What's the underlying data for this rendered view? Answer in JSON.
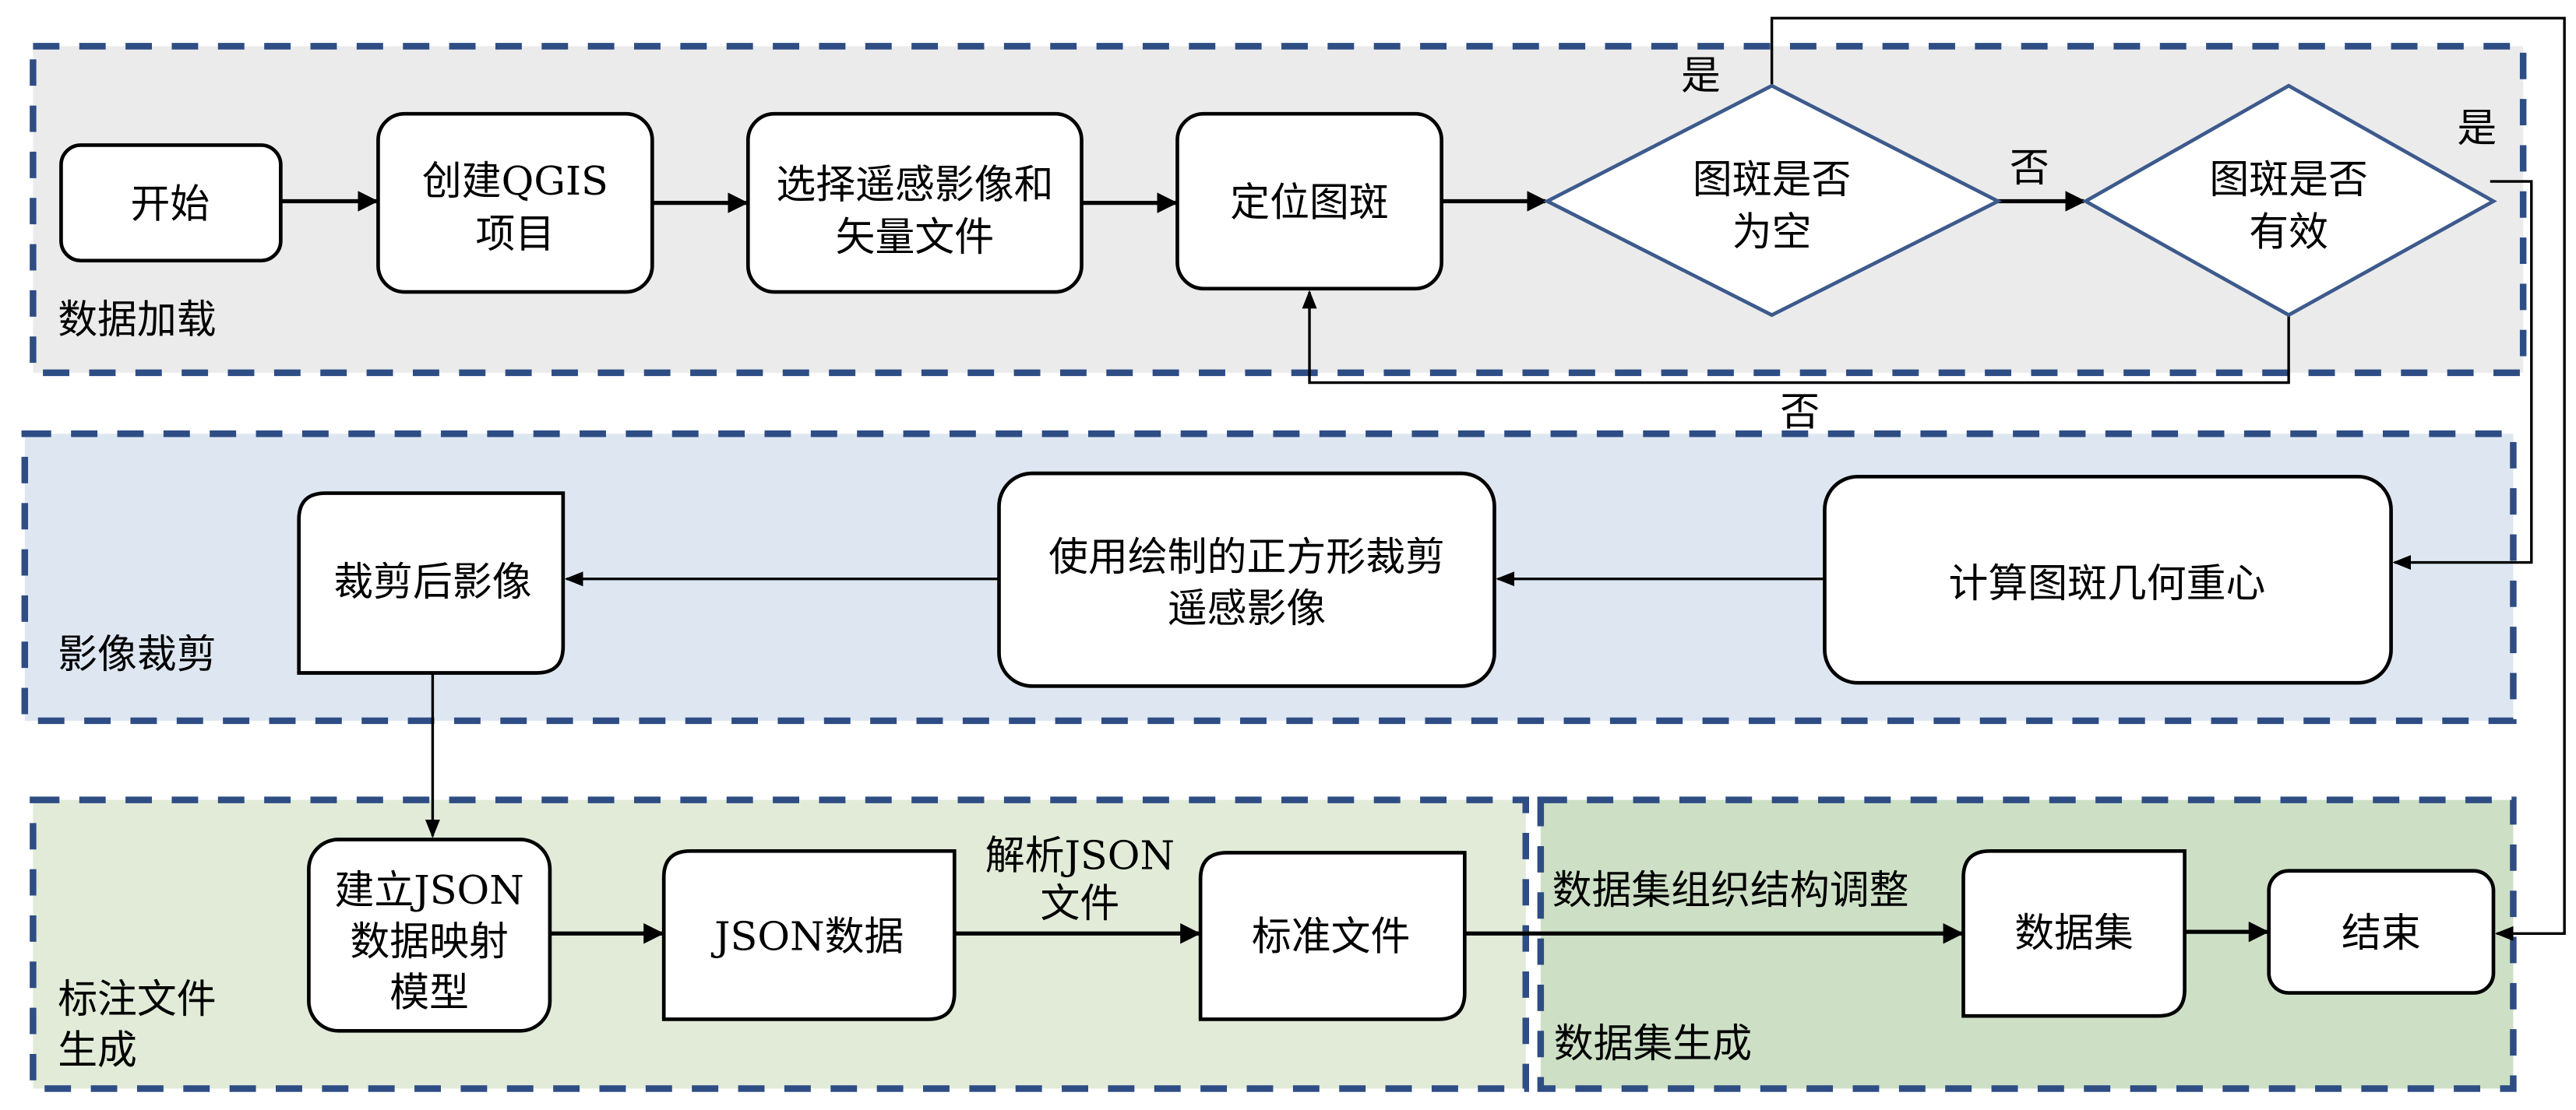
{
  "diagram": {
    "type": "flowchart",
    "colors": {
      "section_border": "#2e4d85",
      "data_loading_bg": "#ebebeb",
      "image_cropping_bg": "#dee7f1",
      "annotation_bg": "#e1ebd8",
      "dataset_bg": "#cde0c6",
      "diamond_border": "#3d5a8c"
    },
    "sections": [
      {
        "id": "data-loading",
        "label": "数据加载"
      },
      {
        "id": "image-cropping",
        "label": "影像裁剪"
      },
      {
        "id": "annotation-generation",
        "label_line1": "标注文件",
        "label_line2": "生成"
      },
      {
        "id": "dataset-generation",
        "label": "数据集生成"
      }
    ],
    "nodes": {
      "start": {
        "line1": "开始",
        "shape": "rounded-rect"
      },
      "create_qgis": {
        "line1": "创建QGIS",
        "line2": "项目",
        "shape": "rounded-rect"
      },
      "select_files": {
        "line1": "选择遥感影像和",
        "line2": "矢量文件",
        "shape": "rounded-rect"
      },
      "locate_patch": {
        "line1": "定位图斑",
        "shape": "rounded-rect"
      },
      "is_empty": {
        "line1": "图斑是否",
        "line2": "为空",
        "shape": "diamond"
      },
      "is_valid": {
        "line1": "图斑是否",
        "line2": "有效",
        "shape": "diamond"
      },
      "centroid": {
        "line1": "计算图斑几何重心",
        "shape": "rounded-rect"
      },
      "crop": {
        "line1": "使用绘制的正方形裁剪",
        "line2": "遥感影像",
        "shape": "rounded-rect"
      },
      "cropped_image": {
        "line1": "裁剪后影像",
        "shape": "document"
      },
      "json_model": {
        "line1": "建立JSON",
        "line2": "数据映射",
        "line3": "模型",
        "shape": "rounded-rect"
      },
      "json_data": {
        "line1": "JSON数据",
        "shape": "document"
      },
      "standard_file": {
        "line1": "标准文件",
        "shape": "document"
      },
      "dataset": {
        "line1": "数据集",
        "shape": "document"
      },
      "end": {
        "line1": "结束",
        "shape": "rounded-rect"
      }
    },
    "edges": [
      {
        "from": "start",
        "to": "create_qgis",
        "label": ""
      },
      {
        "from": "create_qgis",
        "to": "select_files",
        "label": ""
      },
      {
        "from": "select_files",
        "to": "locate_patch",
        "label": ""
      },
      {
        "from": "locate_patch",
        "to": "is_empty",
        "label": ""
      },
      {
        "from": "is_empty",
        "to": "is_valid",
        "label": "否"
      },
      {
        "from": "is_empty",
        "to": "end",
        "label": "是"
      },
      {
        "from": "is_valid",
        "to": "centroid",
        "label": "是"
      },
      {
        "from": "is_valid",
        "to": "locate_patch",
        "label": "否"
      },
      {
        "from": "centroid",
        "to": "crop",
        "label": ""
      },
      {
        "from": "crop",
        "to": "cropped_image",
        "label": ""
      },
      {
        "from": "cropped_image",
        "to": "json_model",
        "label": ""
      },
      {
        "from": "json_model",
        "to": "json_data",
        "label": ""
      },
      {
        "from": "json_data",
        "to": "standard_file",
        "label_line1": "解析JSON",
        "label_line2": "文件"
      },
      {
        "from": "standard_file",
        "to": "dataset",
        "label": "数据集组织结构调整"
      },
      {
        "from": "dataset",
        "to": "end",
        "label": ""
      }
    ],
    "edge_labels": {
      "yes_empty": "是",
      "no_empty": "否",
      "yes_valid": "是",
      "no_valid": "否",
      "parse_json_line1": "解析JSON",
      "parse_json_line2": "文件",
      "restructure": "数据集组织结构调整"
    }
  }
}
